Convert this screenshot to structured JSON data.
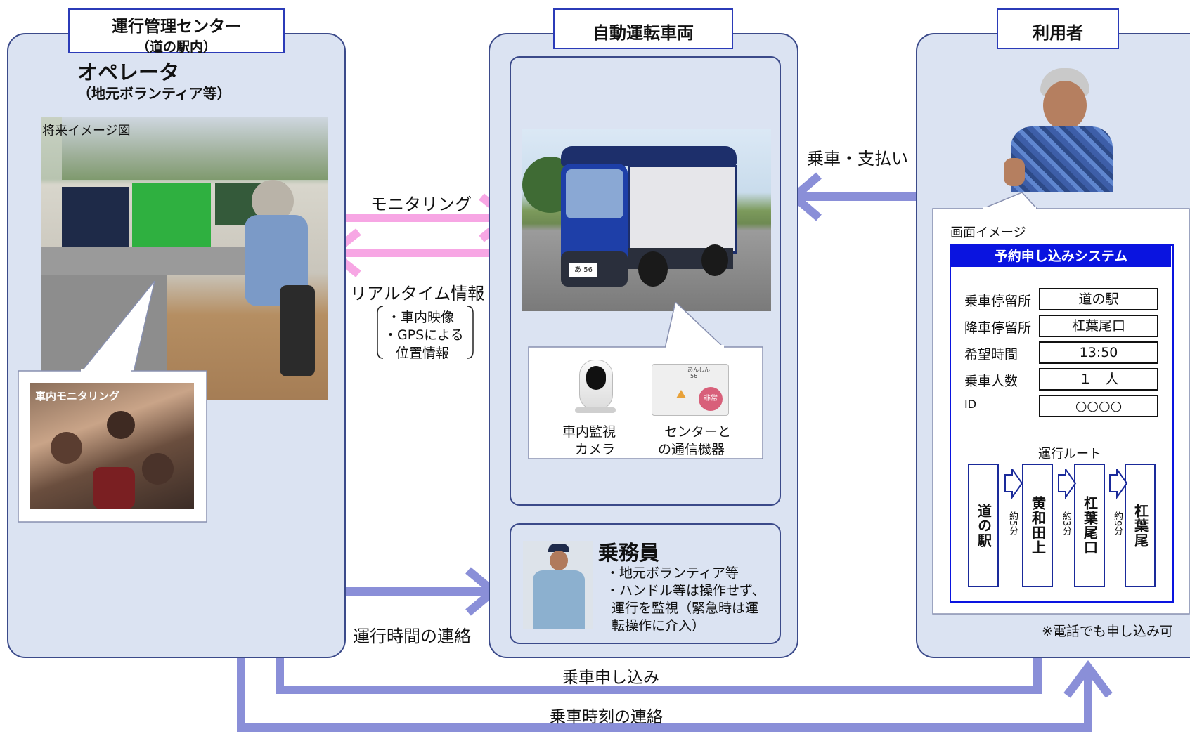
{
  "center": {
    "title": "運行管理センター",
    "subtitle": "（道の駅内）",
    "operator": "オペレータ",
    "operator_note": "（地元ボランティア等）",
    "image_caption": "将来イメージ図",
    "monitor_caption": "車内モニタリング"
  },
  "vehicle": {
    "title": "自動運転車両",
    "camera_label_1": "車内監視",
    "camera_label_2": "カメラ",
    "device_label_1": "センターと",
    "device_label_2": "の通信機器",
    "device_text_1": "あんしん",
    "device_text_2": "56",
    "device_button": "非常",
    "plate": "あ 56"
  },
  "crew": {
    "title": "乗務員",
    "line1": "・地元ボランティア等",
    "line2": "・ハンドル等は操作せず、",
    "line3": "運行を監視（緊急時は運",
    "line4": "転操作に介入）"
  },
  "user": {
    "title": "利用者",
    "screen_caption": "画面イメージ",
    "note": "※電話でも申し込み可"
  },
  "reservation": {
    "header": "予約申し込みシステム",
    "fields": [
      {
        "label": "乗車停留所",
        "value": "道の駅"
      },
      {
        "label": "降車停留所",
        "value": "杠葉尾口"
      },
      {
        "label": "希望時間",
        "value": "13:50"
      },
      {
        "label": "乗車人数",
        "value": "１　人"
      },
      {
        "label": "ID",
        "value": "○○○○"
      }
    ],
    "route_title": "運行ルート",
    "stops": [
      "道の駅",
      "黄和田上",
      "杠葉尾口",
      "杠葉尾"
    ],
    "durations": [
      "約5分",
      "約3分",
      "約9分"
    ]
  },
  "flows": {
    "monitoring": "モニタリング",
    "realtime": "リアルタイム情報",
    "realtime_item1": "・車内映像",
    "realtime_item2": "・GPSによる",
    "realtime_item3": "位置情報",
    "board_pay": "乗車・支払い",
    "operation_time": "運行時間の連絡",
    "ride_request": "乗車申し込み",
    "ride_time": "乗車時刻の連絡"
  },
  "colors": {
    "panel_bg": "#dbe3f2",
    "panel_border": "#3b4a8a",
    "tab_border": "#2b3bb8",
    "arrow_blue": "#8a8fd8",
    "arrow_pink": "#f7a6e4",
    "reservation_header": "#0a14e0"
  }
}
